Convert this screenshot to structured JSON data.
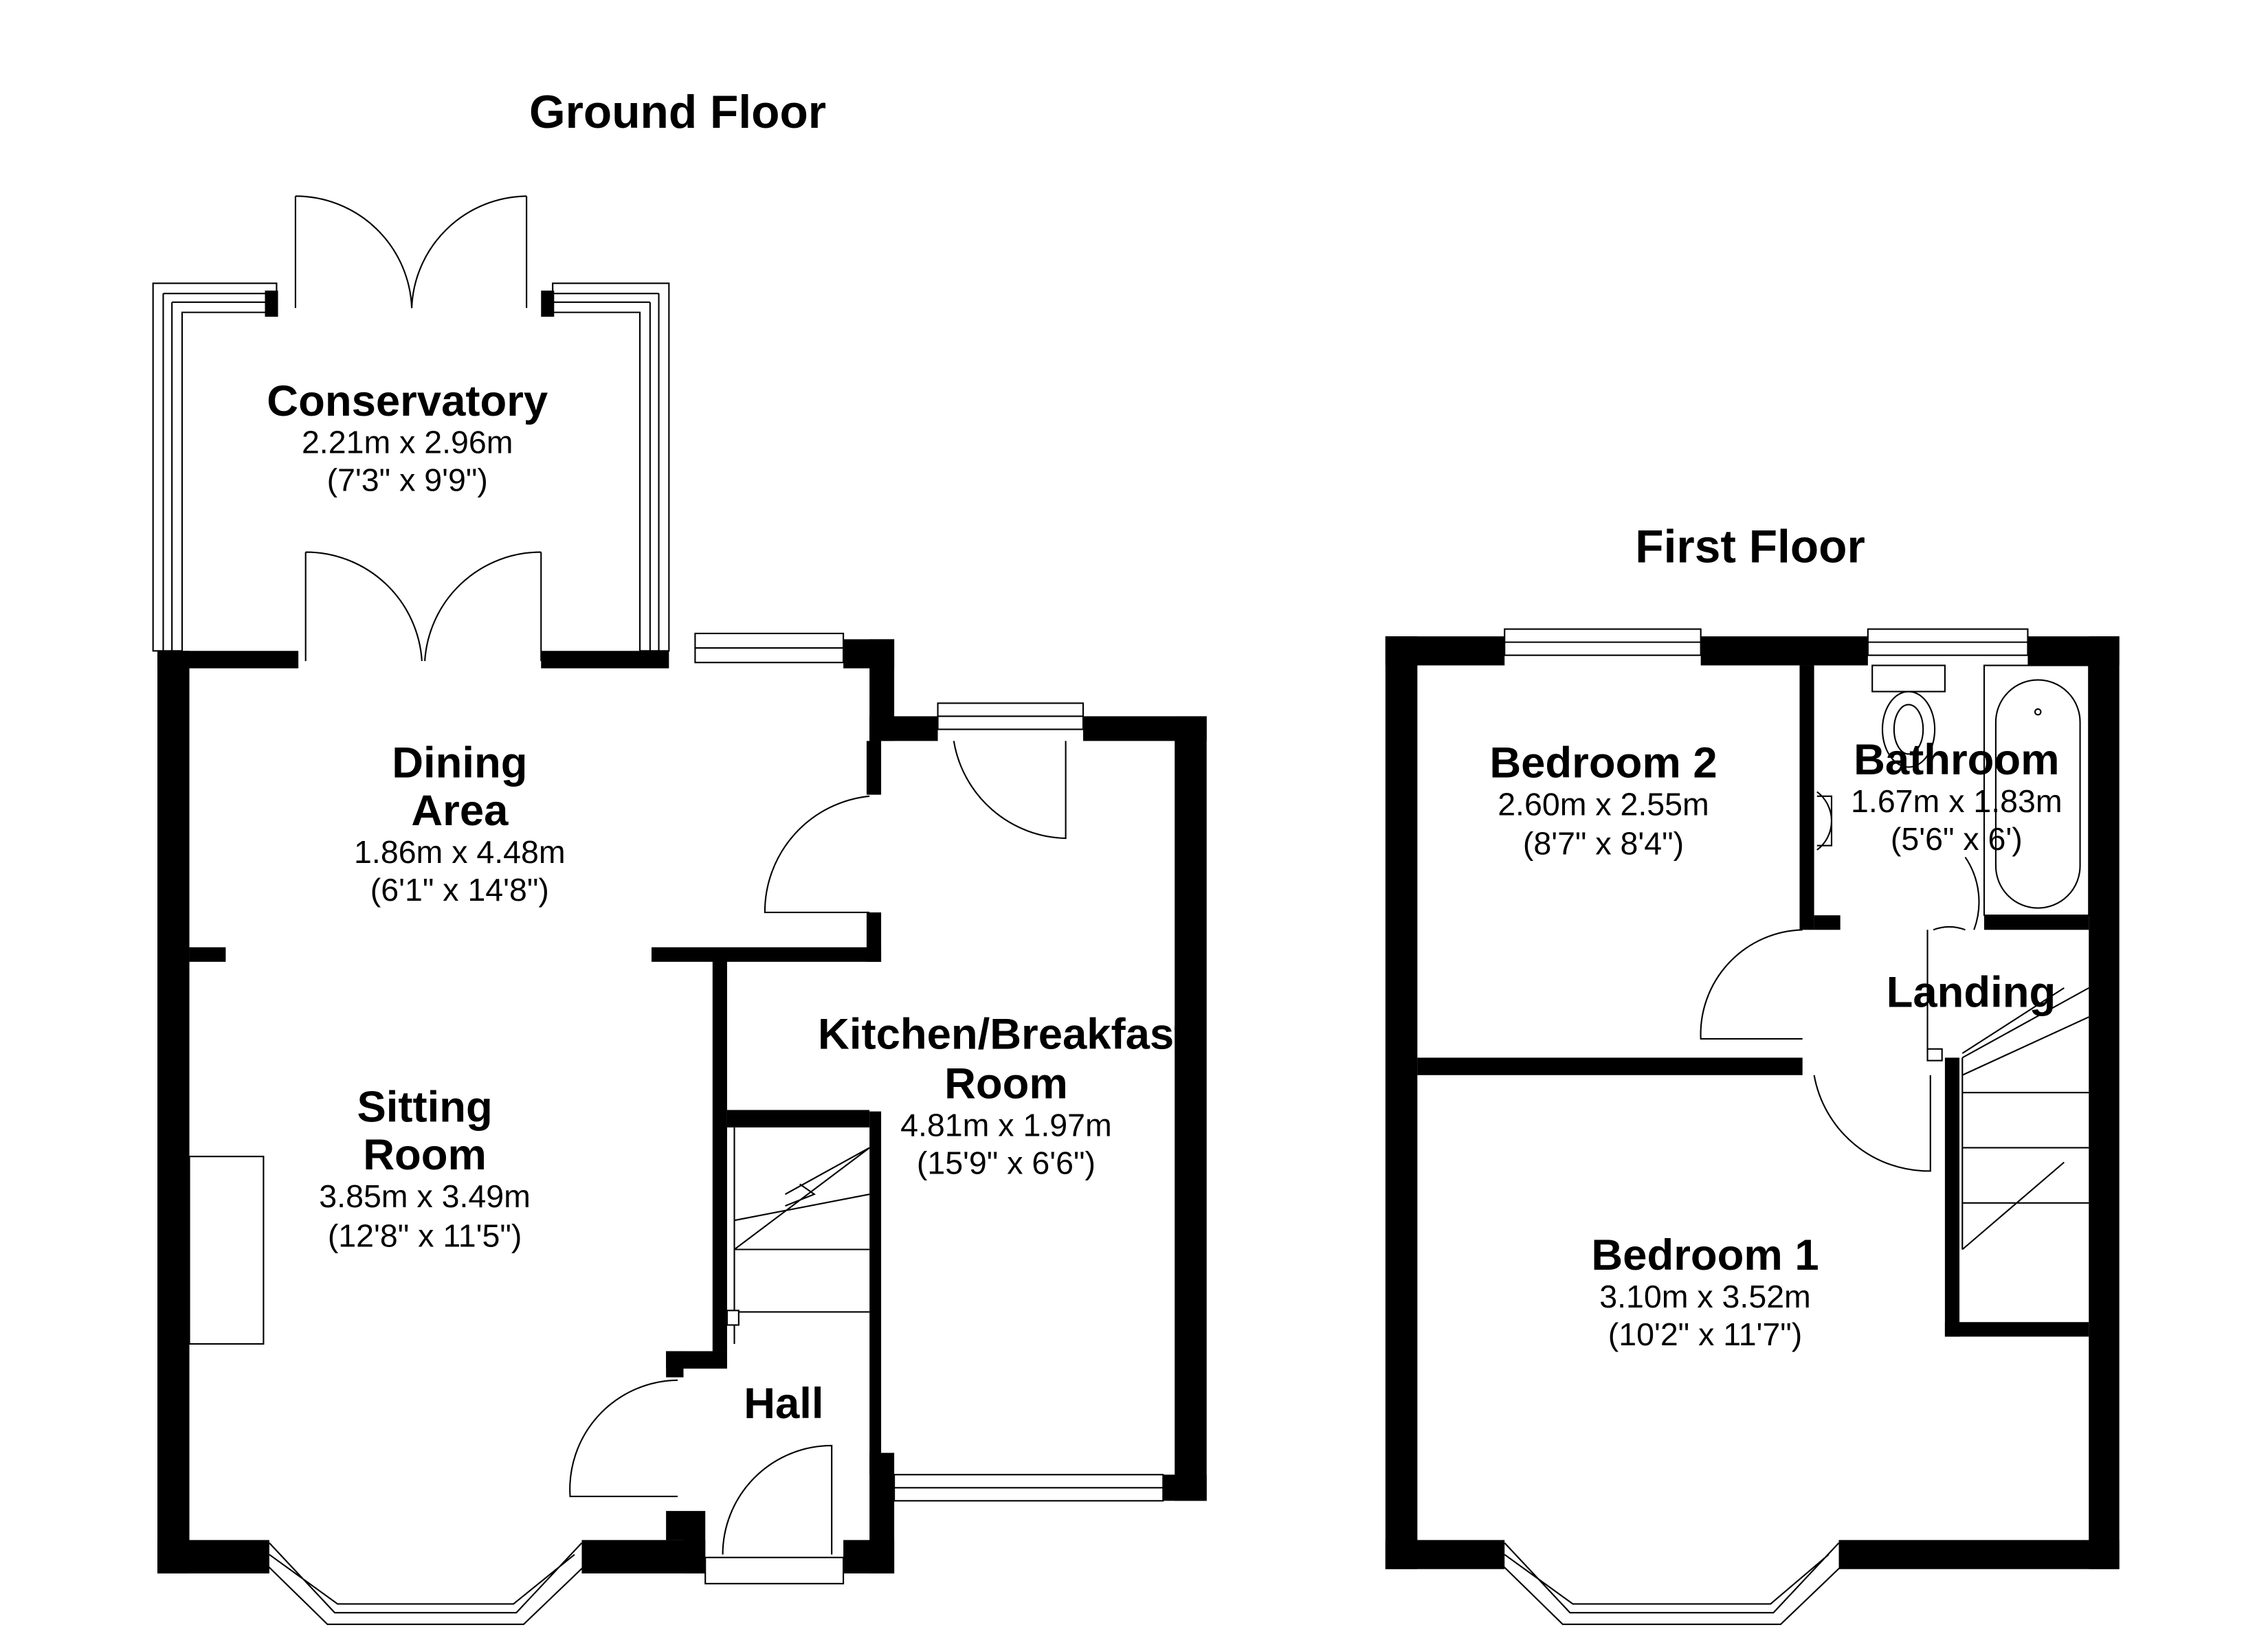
{
  "floors": [
    {
      "title": "Ground Floor",
      "rooms": [
        {
          "name": "Conservatory",
          "metric": "2.21m x 2.96m",
          "imperial": "(7'3\" x 9'9\")"
        },
        {
          "name_line1": "Dining",
          "name_line2": "Area",
          "metric": "1.86m x 4.48m",
          "imperial": "(6'1\" x 14'8\")"
        },
        {
          "name_line1": "Kitchen/Breakfast",
          "name_line2": "Room",
          "metric": "4.81m x 1.97m",
          "imperial": "(15'9\" x 6'6\")"
        },
        {
          "name_line1": "Sitting",
          "name_line2": "Room",
          "metric": "3.85m x 3.49m",
          "imperial": "(12'8\" x 11'5\")"
        },
        {
          "name": "Hall"
        }
      ]
    },
    {
      "title": "First Floor",
      "rooms": [
        {
          "name": "Bedroom 2",
          "metric": "2.60m x 2.55m",
          "imperial": "(8'7\" x 8'4\")"
        },
        {
          "name": "Bathroom",
          "metric": "1.67m x 1.83m",
          "imperial": "(5'6\" x 6')"
        },
        {
          "name": "Landing"
        },
        {
          "name": "Bedroom 1",
          "metric": "3.10m x 3.52m",
          "imperial": "(10'2\" x 11'7\")"
        }
      ]
    }
  ]
}
